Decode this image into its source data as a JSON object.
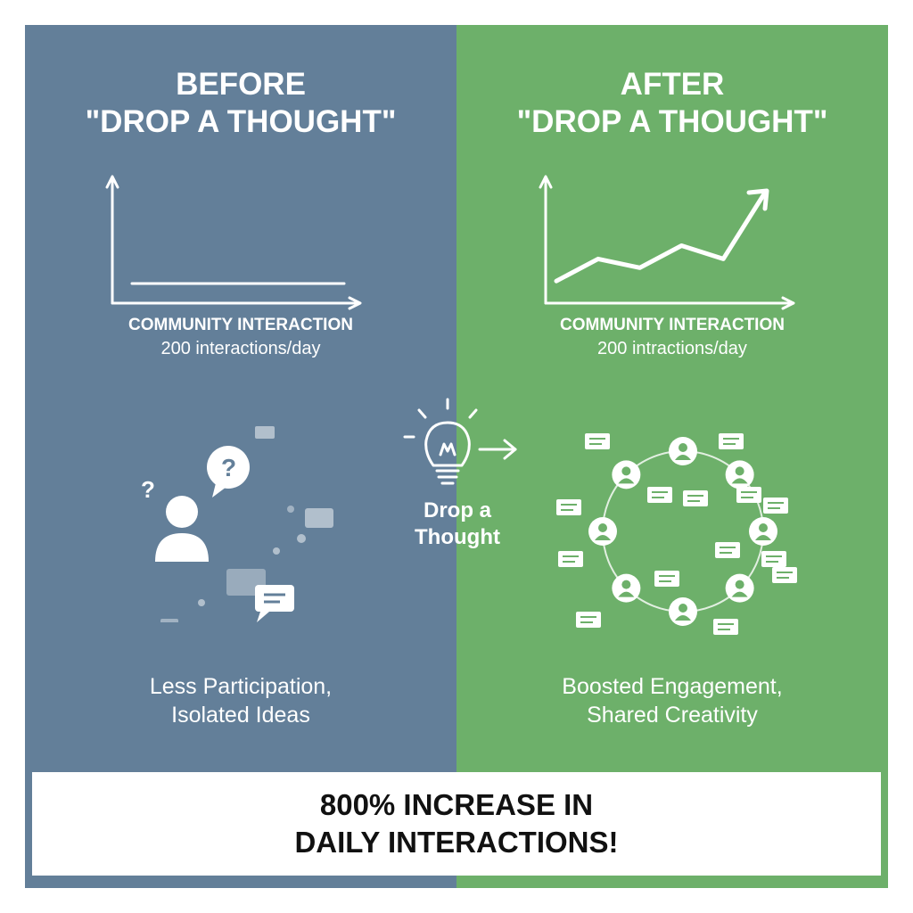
{
  "before": {
    "title_line1": "BEFORE",
    "title_line2": "\"DROP A THOUGHT\"",
    "chart_caption": "COMMUNITY INTERACTION",
    "chart_sub": "200 interactions/day",
    "desc_line1": "Less Participation,",
    "desc_line2": "Isolated Ideas"
  },
  "after": {
    "title_line1": "AFTER",
    "title_line2": "\"DROP A THOUGHT\"",
    "chart_caption": "COMMUNITY INTERACTION",
    "chart_sub": "200 intractions/day",
    "desc_line1": "Boosted Engagement,",
    "desc_line2": "Shared Creativity"
  },
  "center": {
    "label_line1": "Drop a",
    "label_line2": "Thought",
    "icon": "lightbulb-icon"
  },
  "banner": {
    "line1": "800% INCREASE IN",
    "line2": "DAILY INTERACTIONS!"
  },
  "colors": {
    "before_bg": "#637f99",
    "after_bg": "#6db06a",
    "text": "#ffffff",
    "banner_bg": "#ffffff",
    "banner_text": "#111111"
  },
  "chart_data": [
    {
      "type": "line",
      "title": "",
      "xlabel": "COMMUNITY INTERACTION",
      "ylabel": "",
      "series": [
        {
          "values": [
            1,
            1
          ]
        }
      ],
      "trend": "flat"
    },
    {
      "type": "line",
      "title": "",
      "xlabel": "COMMUNITY INTERACTION",
      "ylabel": "",
      "series": [
        {
          "values": [
            1,
            2,
            1.6,
            2.6,
            2,
            5
          ]
        }
      ],
      "trend": "rising"
    }
  ]
}
